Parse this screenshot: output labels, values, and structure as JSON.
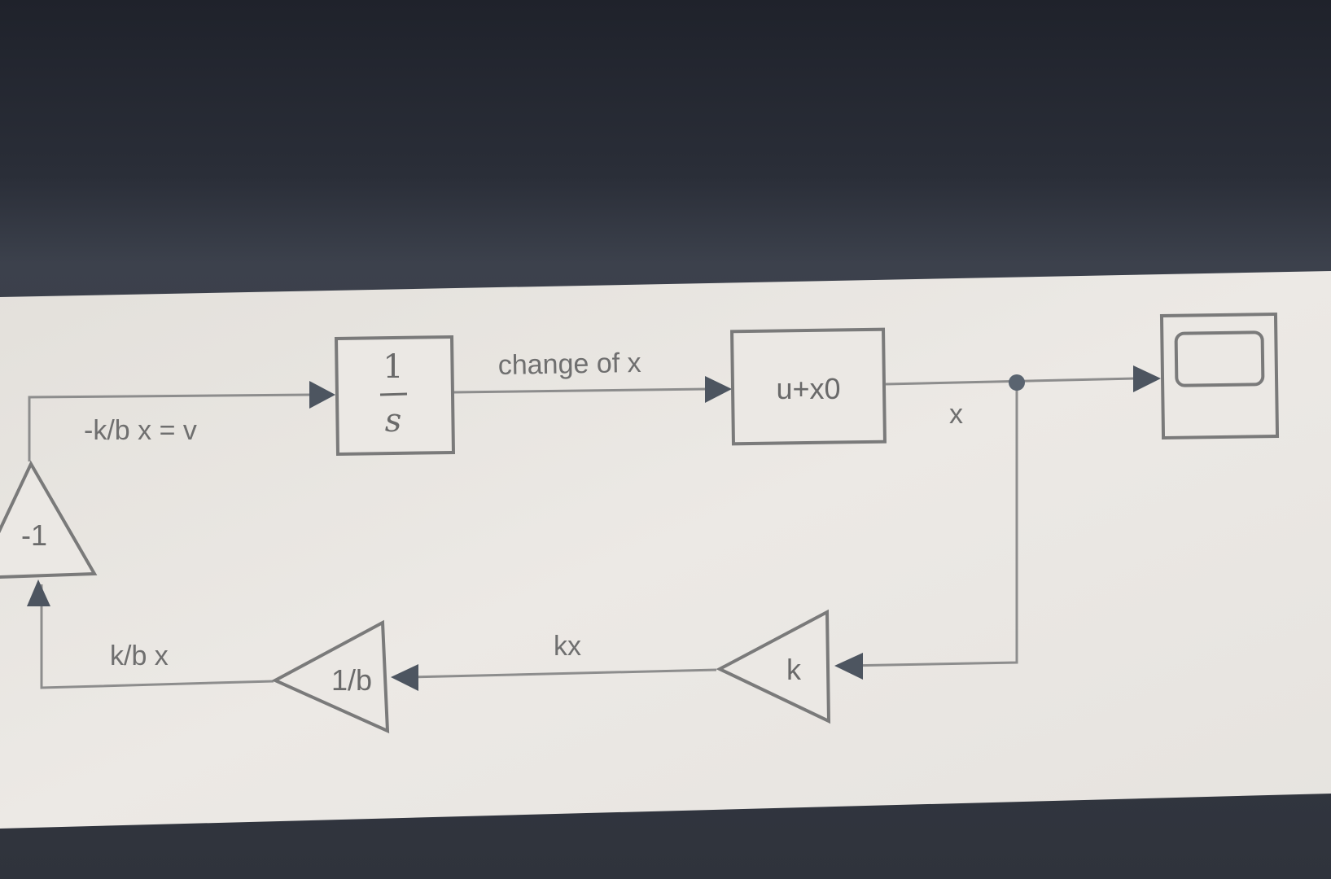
{
  "diagram": {
    "blocks": {
      "integrator": {
        "numerator": "1",
        "denominator": "s"
      },
      "offset": {
        "label": "u+x0"
      },
      "gain_k": {
        "label": "k"
      },
      "gain_inv_b": {
        "label": "1/b"
      },
      "gain_neg1": {
        "label": "-1"
      }
    },
    "signals": {
      "velocity": "-k/b x = v",
      "change": "change of x",
      "x": "x",
      "kx": "kx",
      "kbx": "k/b x"
    }
  }
}
